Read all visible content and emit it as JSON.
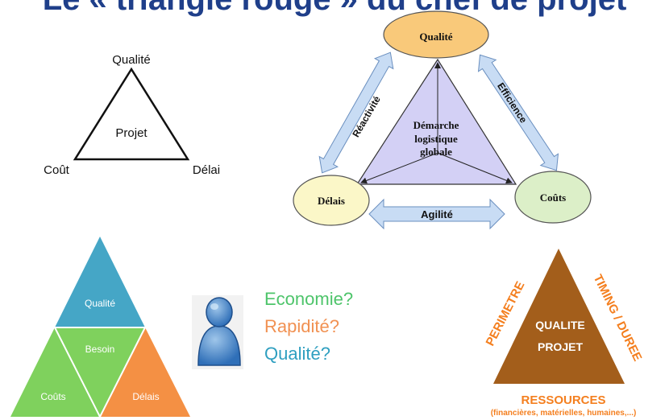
{
  "title": "Le « triangle rouge » du chef de projet",
  "simple_triangle": {
    "top": "Qualité",
    "center": "Projet",
    "left": "Coût",
    "right": "Délai"
  },
  "logistics_diagram": {
    "top": "Qualité",
    "left": "Délais",
    "right": "Coûts",
    "center_lines": [
      "Démarche",
      "logistique",
      "globale"
    ],
    "left_arrow": "Réactivité",
    "right_arrow": "Efficience",
    "bottom_arrow": "Agilité"
  },
  "colored_triangle": {
    "top": "Qualité",
    "center": "Besoin",
    "left": "Coûts",
    "right": "Délais"
  },
  "questions": [
    "Economie?",
    "Rapidité?",
    "Qualité?"
  ],
  "brown_triangle": {
    "center_lines": [
      "QUALITE",
      "PROJET"
    ],
    "left_side": "PERIMETRE",
    "right_side": "TIMING / DUREE",
    "bottom": "RESSOURCES",
    "bottom_sub": "(financières, matérielles, humaines,...)"
  },
  "colors": {
    "title": "#1f3f8a",
    "ellipse_quality": "#f9c97a",
    "ellipse_delays": "#fbf7c8",
    "ellipse_costs": "#dcefc8",
    "inner_triangle": "#d3d0f5",
    "arrow": "#c8dcf4",
    "tri_blue": "#45a6c6",
    "tri_green": "#7fd15d",
    "tri_orange": "#f49044",
    "tri_brown": "#a35e1b",
    "orange_text": "#f47f1f",
    "q_green": "#4dc46a",
    "q_orange": "#f19152",
    "q_blue": "#2f9fc0"
  }
}
